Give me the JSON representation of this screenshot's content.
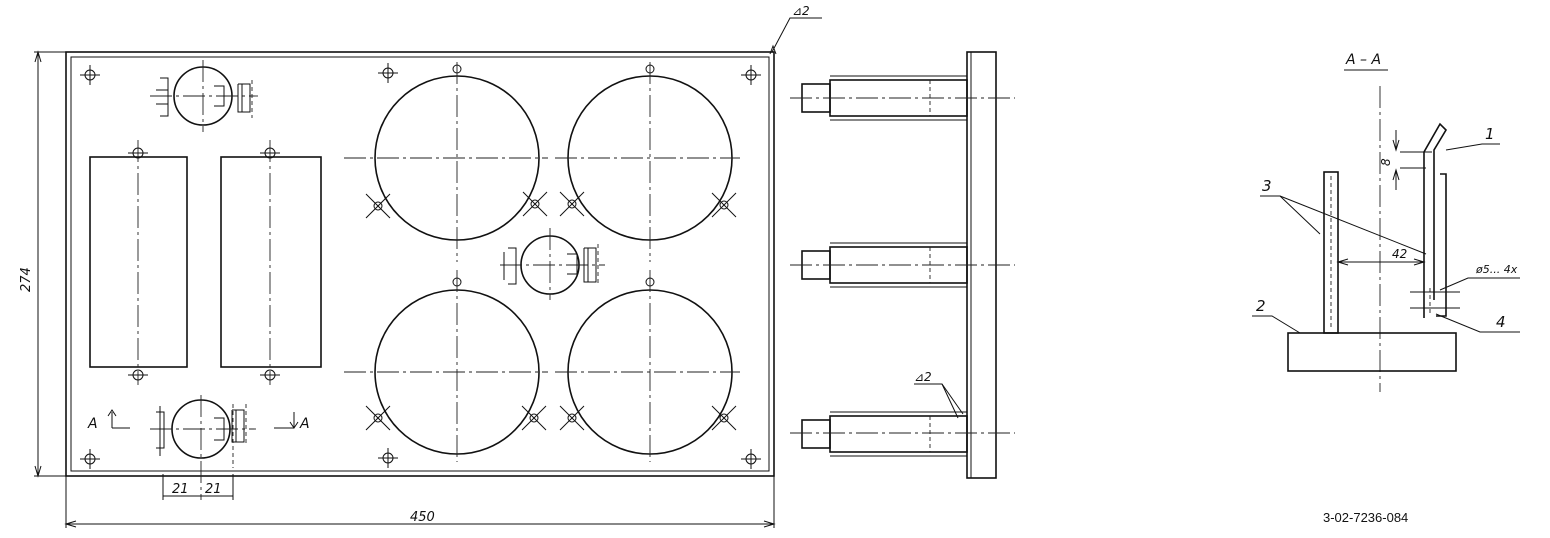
{
  "labels": {
    "weld_top": "⊿2",
    "weld_side": "⊿2",
    "height_dim": "274",
    "width_dim": "450",
    "dim_left": "21",
    "dim_right": "21",
    "cut_left": "A",
    "cut_right": "A",
    "section_title": "A – A",
    "callout_1": "1",
    "callout_2": "2",
    "callout_3": "3",
    "callout_4": "4",
    "dim_8": "8",
    "dim_42": "42",
    "hole_note": "ø5... 4х",
    "doc_code": "3-02-7236-084"
  }
}
